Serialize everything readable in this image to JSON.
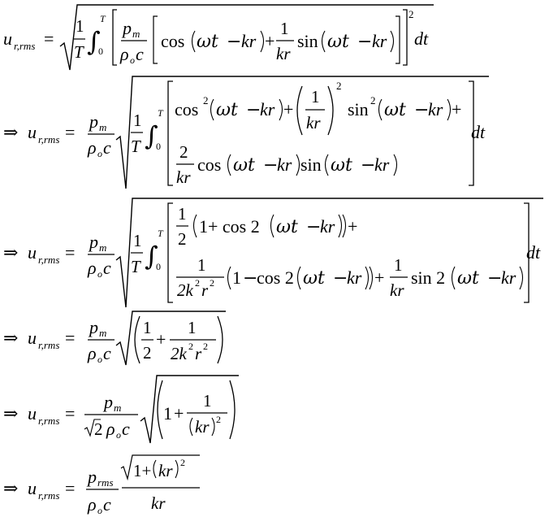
{
  "equations": [
    {
      "id": "eq1",
      "lhs": "u_{r,rms} =",
      "rhs": "sqrt( (1/T) ∫_0^T [ (p_m/(ρ_o c)) [ cos(ωt − kr) + (1/kr) sin(ωt − kr) ] ]^2 dt )"
    },
    {
      "id": "eq2",
      "lhs": "⇒ u_{r,rms} =",
      "rhs": "(p_m/(ρ_o c)) sqrt( (1/T) ∫_0^T [ cos^2(ωt − kr) + (1/kr)^2 sin^2(ωt − kr) + (2/kr) cos(ωt − kr) sin(ωt − kr) ] dt )"
    },
    {
      "id": "eq3",
      "lhs": "⇒ u_{r,rms} =",
      "rhs": "(p_m/(ρ_o c)) sqrt( (1/T) ∫_0^T [ (1/2)(1 + cos 2(ωt − kr)) + (1/(2k^2 r^2))(1 − cos 2(ωt − kr)) + (1/kr) sin 2(ωt − kr) ] dt )"
    },
    {
      "id": "eq4",
      "lhs": "⇒ u_{r,rms} =",
      "rhs": "(p_m/(ρ_o c)) sqrt( (1/2 + 1/(2k^2 r^2)) )"
    },
    {
      "id": "eq5",
      "lhs": "⇒ u_{r,rms} =",
      "rhs": "(p_m/(√2 ρ_o c)) sqrt( (1 + 1/(kr)^2) )"
    },
    {
      "id": "eq6",
      "lhs": "⇒ u_{r,rms} =",
      "rhs": "(p_rms/(ρ_o c)) (sqrt(1 + (kr)^2) / kr)"
    }
  ]
}
